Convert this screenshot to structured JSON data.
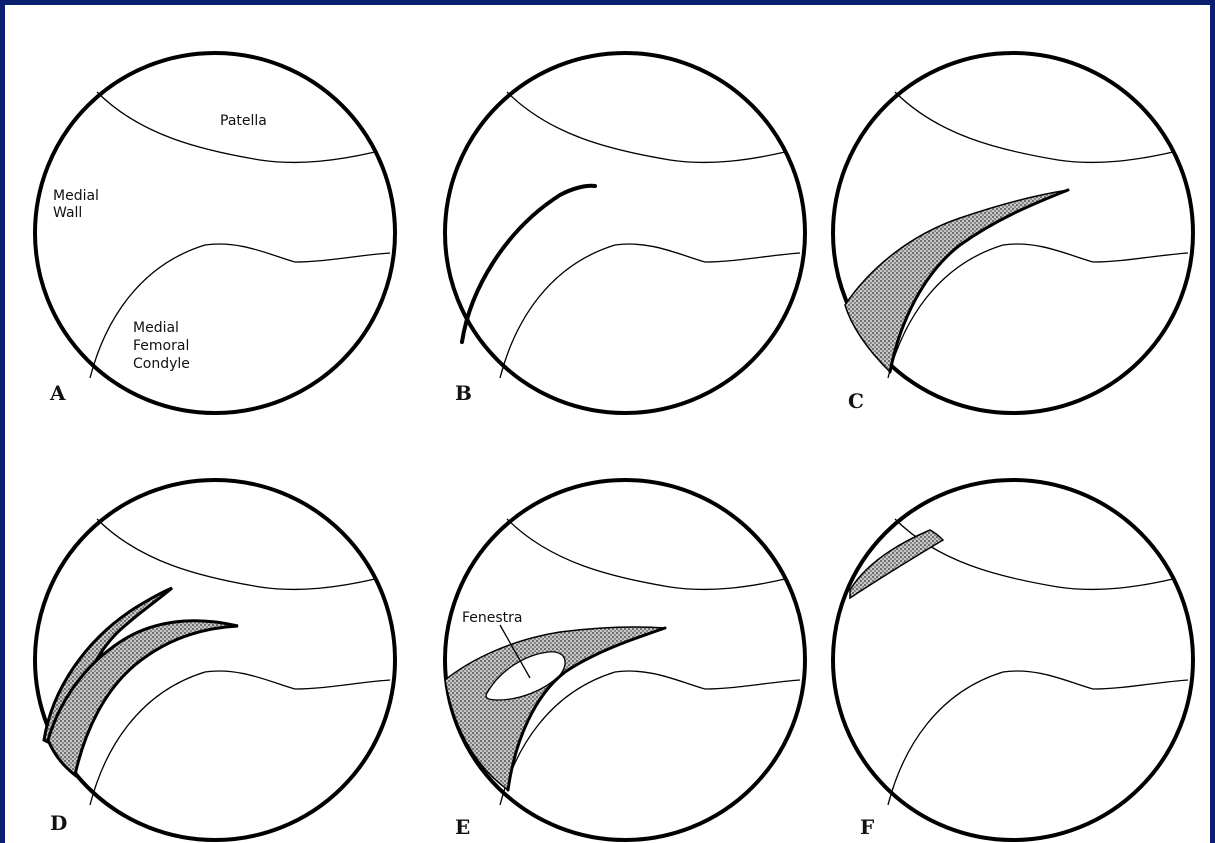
{
  "panels": [
    {
      "id": "A",
      "label": "A"
    },
    {
      "id": "B",
      "label": "B"
    },
    {
      "id": "C",
      "label": "C"
    },
    {
      "id": "D",
      "label": "D"
    },
    {
      "id": "E",
      "label": "E"
    },
    {
      "id": "F",
      "label": "F"
    }
  ],
  "anatomy": {
    "patella": "Patella",
    "medial_wall_line1": "Medial",
    "medial_wall_line2": "Wall",
    "condyle_line1": "Medial",
    "condyle_line2": "Femoral",
    "condyle_line3": "Condyle",
    "fenestra": "Fenestra"
  },
  "colors": {
    "border": "#0a1f6e",
    "outline": "#000000",
    "shading": "#9a9a9a",
    "background": "#ffffff"
  }
}
